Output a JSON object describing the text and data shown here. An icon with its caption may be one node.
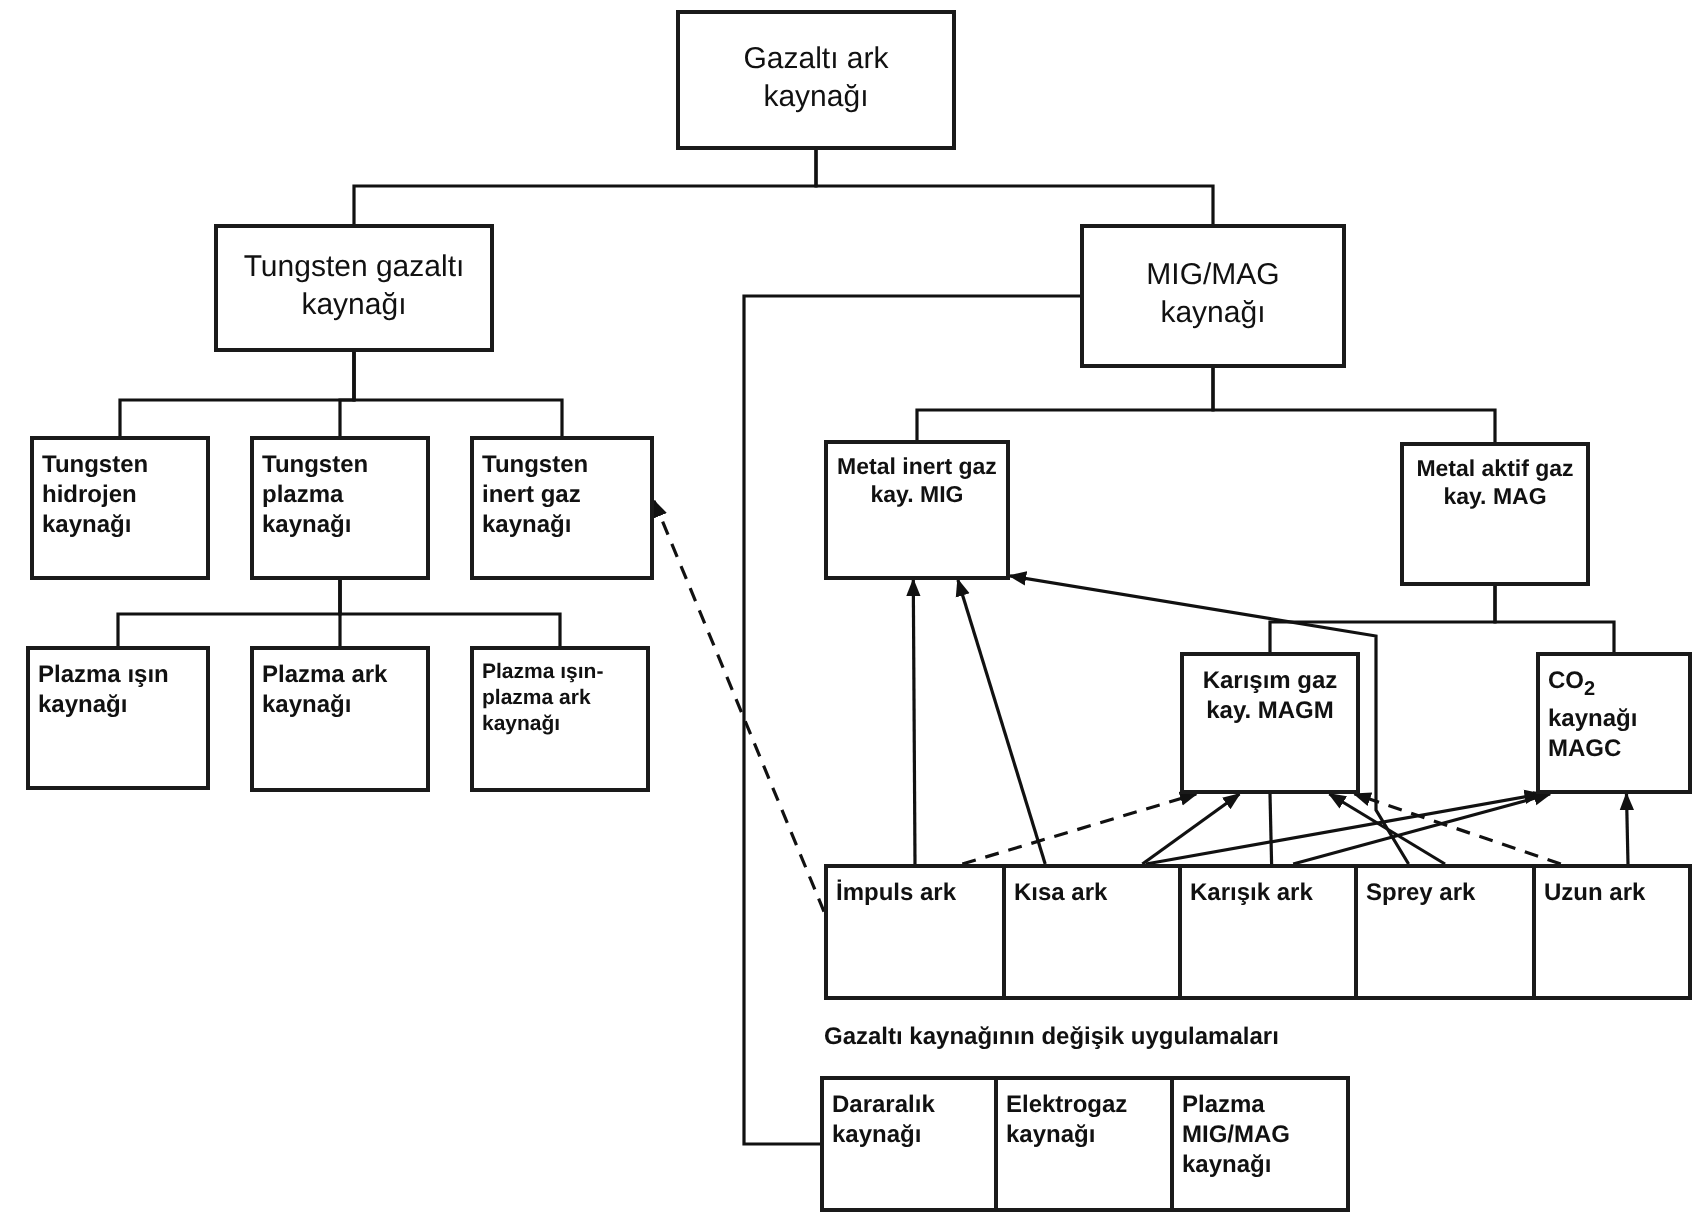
{
  "diagram": {
    "nodes": [
      {
        "text": [
          "Gazaltı ark kaynağı"
        ]
      },
      {
        "text": [
          "Tungsten gazaltı kaynağı"
        ]
      },
      {
        "text": [
          "MIG/MAG kaynağı"
        ]
      },
      {
        "text": [
          "Tungsten hidrojen kaynağı"
        ]
      },
      {
        "text": [
          "Tungsten plazma kaynağı"
        ]
      },
      {
        "text": [
          "Tungsten inert gaz kaynağı"
        ]
      },
      {
        "text": [
          "Plazma ışın kaynağı"
        ]
      },
      {
        "text": [
          "Plazma ark kaynağı"
        ]
      },
      {
        "text": [
          "Plazma ışın-plazma ark kaynağı"
        ]
      },
      {
        "text": [
          "Metal inert gaz kay. MIG"
        ]
      },
      {
        "text": [
          "Metal aktif gaz kay. MAG"
        ]
      },
      {
        "text": [
          "Karışım gaz kay. MAGM"
        ]
      },
      {
        "text": [
          "CO$_{2}$ kaynağı MAGC"
        ]
      },
      {
        "text": [
          "İmpuls ark"
        ]
      },
      {
        "text": [
          "Kısa ark"
        ]
      },
      {
        "text": [
          "Karışık ark"
        ]
      },
      {
        "text": [
          "Sprey ark"
        ]
      },
      {
        "text": [
          "Uzun ark"
        ]
      },
      {
        "text": [
          "Dararalık kaynağı"
        ]
      },
      {
        "text": [
          "Elektrogaz kaynağı"
        ]
      },
      {
        "text": [
          "Plazma MIG/MAG kaynağı"
        ]
      }
    ],
    "edges": [
      {
        "from": 0,
        "to": 1,
        "arrow": "none"
      },
      {
        "from": 0,
        "to": 2,
        "arrow": "none"
      },
      {
        "from": 1,
        "to": 3,
        "arrow": "none"
      },
      {
        "from": 1,
        "to": 4,
        "arrow": "none"
      },
      {
        "from": 1,
        "to": 5,
        "arrow": "none"
      },
      {
        "from": 4,
        "to": 6,
        "arrow": "none"
      },
      {
        "from": 4,
        "to": 7,
        "arrow": "none"
      },
      {
        "from": 4,
        "to": 8,
        "arrow": "none"
      },
      {
        "from": 2,
        "to": 9,
        "arrow": "none"
      },
      {
        "from": 2,
        "to": 10,
        "arrow": "none"
      },
      {
        "from": 10,
        "to": 11,
        "arrow": "none"
      },
      {
        "from": 10,
        "to": 12,
        "arrow": "none"
      },
      {
        "from": 2,
        "to": 18,
        "arrow": "none"
      },
      {
        "from": 13,
        "to": 5,
        "arrow": "to",
        "style": "dashed"
      },
      {
        "from": 13,
        "to": 9,
        "arrow": "to"
      },
      {
        "from": 14,
        "to": 9,
        "arrow": "to"
      },
      {
        "from": 16,
        "to": 9,
        "arrow": "to"
      },
      {
        "from": 13,
        "to": 11,
        "arrow": "to",
        "style": "dashed"
      },
      {
        "from": 14,
        "to": 11,
        "arrow": "to"
      },
      {
        "from": 14,
        "to": 12,
        "arrow": "to"
      },
      {
        "from": 15,
        "to": 11,
        "arrow": "none"
      },
      {
        "from": 15,
        "to": 12,
        "arrow": "to"
      },
      {
        "from": 16,
        "to": 11,
        "arrow": "to"
      },
      {
        "from": 17,
        "to": 11,
        "arrow": "to",
        "style": "dashed"
      },
      {
        "from": 17,
        "to": 12,
        "arrow": "to"
      }
    ],
    "labels": [
      "Gazaltı kaynağının değişik uygulamaları"
    ]
  }
}
